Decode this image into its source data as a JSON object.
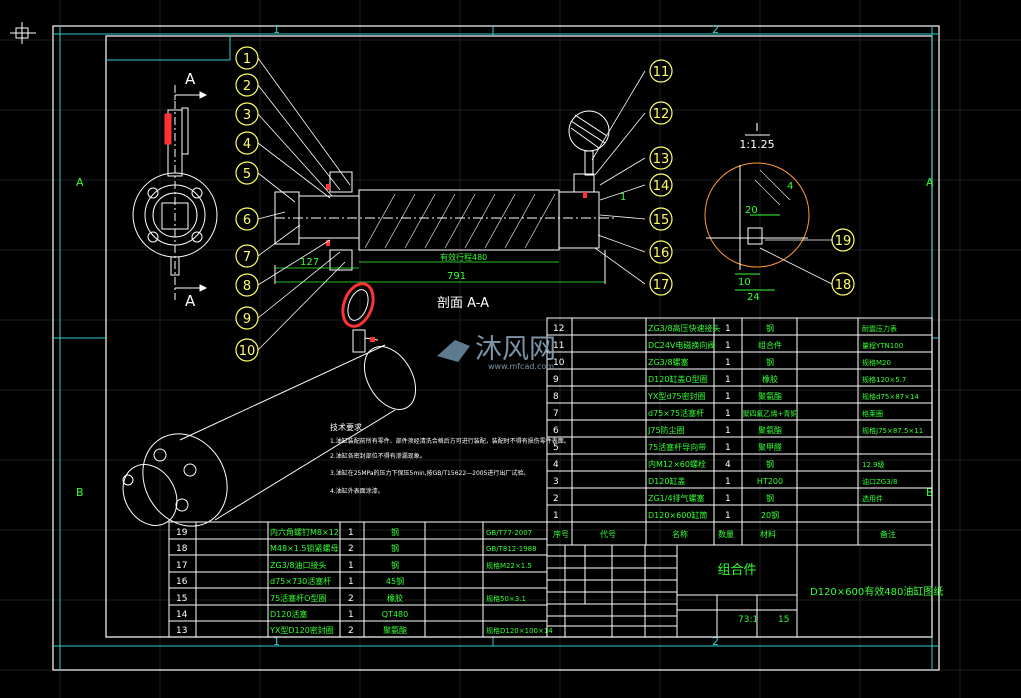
{
  "frame": {
    "zone_top_1": "1",
    "zone_top_2": "2",
    "zone_bottom_1": "1",
    "zone_bottom_2": "2",
    "zone_left_a": "A",
    "zone_left_b": "B",
    "zone_right_a": "A",
    "zone_right_b": "B"
  },
  "balloons": [
    "1",
    "2",
    "3",
    "4",
    "5",
    "6",
    "7",
    "8",
    "9",
    "10",
    "11",
    "12",
    "13",
    "14",
    "15",
    "16",
    "17"
  ],
  "detail_balloons": [
    "19",
    "18"
  ],
  "section_letters": {
    "top": "A",
    "bottom": "A"
  },
  "section_label": "剖面 A-A",
  "detail": {
    "title": "I",
    "scale": "1:1.25"
  },
  "dimensions": {
    "d127": "127",
    "d480": "有效行程480",
    "d791": "791",
    "d1": "1",
    "d20": "20",
    "d4": "4",
    "d10": "10",
    "d24": "24"
  },
  "tech_notes": [
    "技术要求",
    "1.油缸装配前所有零件、部件须经清洗合格后方可进行装配，装配时不得有损伤零件表面。",
    "2.油缸各密封部位不得有渗漏现象。",
    "3.油缸在25MPa的压力下保压5min,按GB/T15622—2005进行出厂试验。",
    "4.油缸外表面涂漆。"
  ],
  "bom_upper": [
    {
      "no": "12",
      "code": "ZG3/8高压快速接头",
      "qty": "1",
      "mat": "钢",
      "note": "耐震压力表"
    },
    {
      "no": "11",
      "code": "DC24V电磁换向阀",
      "qty": "1",
      "mat": "组合件",
      "note": "量程YTN100"
    },
    {
      "no": "10",
      "code": "ZG3/8螺塞",
      "qty": "1",
      "mat": "钢",
      "note": "规格M20"
    },
    {
      "no": "9",
      "code": "D120缸盖O型圈",
      "qty": "1",
      "mat": "橡胶",
      "note": "规格120×5.7"
    },
    {
      "no": "8",
      "code": "YX型d75密封圈",
      "qty": "1",
      "mat": "聚氨酯",
      "note": "规格d75×87×14"
    },
    {
      "no": "7",
      "code": "d75×75活塞杆",
      "qty": "1",
      "mat": "聚四氟乙烯+青铜",
      "note": "格莱圈"
    },
    {
      "no": "6",
      "code": "J75防尘圈",
      "qty": "1",
      "mat": "聚氨酯",
      "note": "规格J75×87.5×11"
    },
    {
      "no": "5",
      "code": "75活塞杆导向带",
      "qty": "1",
      "mat": "聚甲醛",
      "note": ""
    },
    {
      "no": "4",
      "code": "内M12×60螺栓",
      "qty": "4",
      "mat": "钢",
      "note": "12.9级"
    },
    {
      "no": "3",
      "code": "D120缸盖",
      "qty": "1",
      "mat": "HT200",
      "note": "油口ZG3/8"
    },
    {
      "no": "2",
      "code": "ZG1/4排气螺塞",
      "qty": "1",
      "mat": "钢",
      "note": "选用件"
    },
    {
      "no": "1",
      "code": "D120×600缸筒",
      "qty": "1",
      "mat": "20钢",
      "note": ""
    }
  ],
  "bom_upper_header": {
    "no": "序号",
    "code": "代号",
    "name": "名称",
    "qty": "数量",
    "mat": "材料",
    "note": "备注"
  },
  "bom_lower": [
    {
      "no": "19",
      "code": "内六角螺钉M8×12",
      "qty": "1",
      "mat": "钢",
      "note": "GB/T77-2007"
    },
    {
      "no": "18",
      "code": "M48×1.5锁紧螺母",
      "qty": "2",
      "mat": "钢",
      "note": "GB/T812-1988"
    },
    {
      "no": "17",
      "code": "ZG3/8油口接头",
      "qty": "1",
      "mat": "钢",
      "note": "规格M22×1.5"
    },
    {
      "no": "16",
      "code": "d75×730活塞杆",
      "qty": "1",
      "mat": "45钢",
      "note": ""
    },
    {
      "no": "15",
      "code": "75活塞杆O型圈",
      "qty": "2",
      "mat": "橡胶",
      "note": "规格50×3.1"
    },
    {
      "no": "14",
      "code": "D120活塞",
      "qty": "1",
      "mat": "QT480",
      "note": ""
    },
    {
      "no": "13",
      "code": "YX型D120密封圈",
      "qty": "2",
      "mat": "聚氨酯",
      "note": "规格D120×100×14"
    }
  ],
  "title_block": {
    "part": "组合件",
    "drawing_name": "D120×600有效480油缸图纸",
    "scale": "73:1",
    "sheets": "15"
  },
  "watermark": {
    "main": "沐风网",
    "sub": "www.mfcad.com"
  },
  "colors": {
    "background": "#000000",
    "frame": "#ffffff",
    "border_cyan": "#33cccc",
    "balloon_yellow": "#ffff66",
    "text_green": "#33ff33",
    "accent_red": "#ff3333",
    "detail_orange": "#ff9933",
    "watermark": "#6f8fa8"
  }
}
